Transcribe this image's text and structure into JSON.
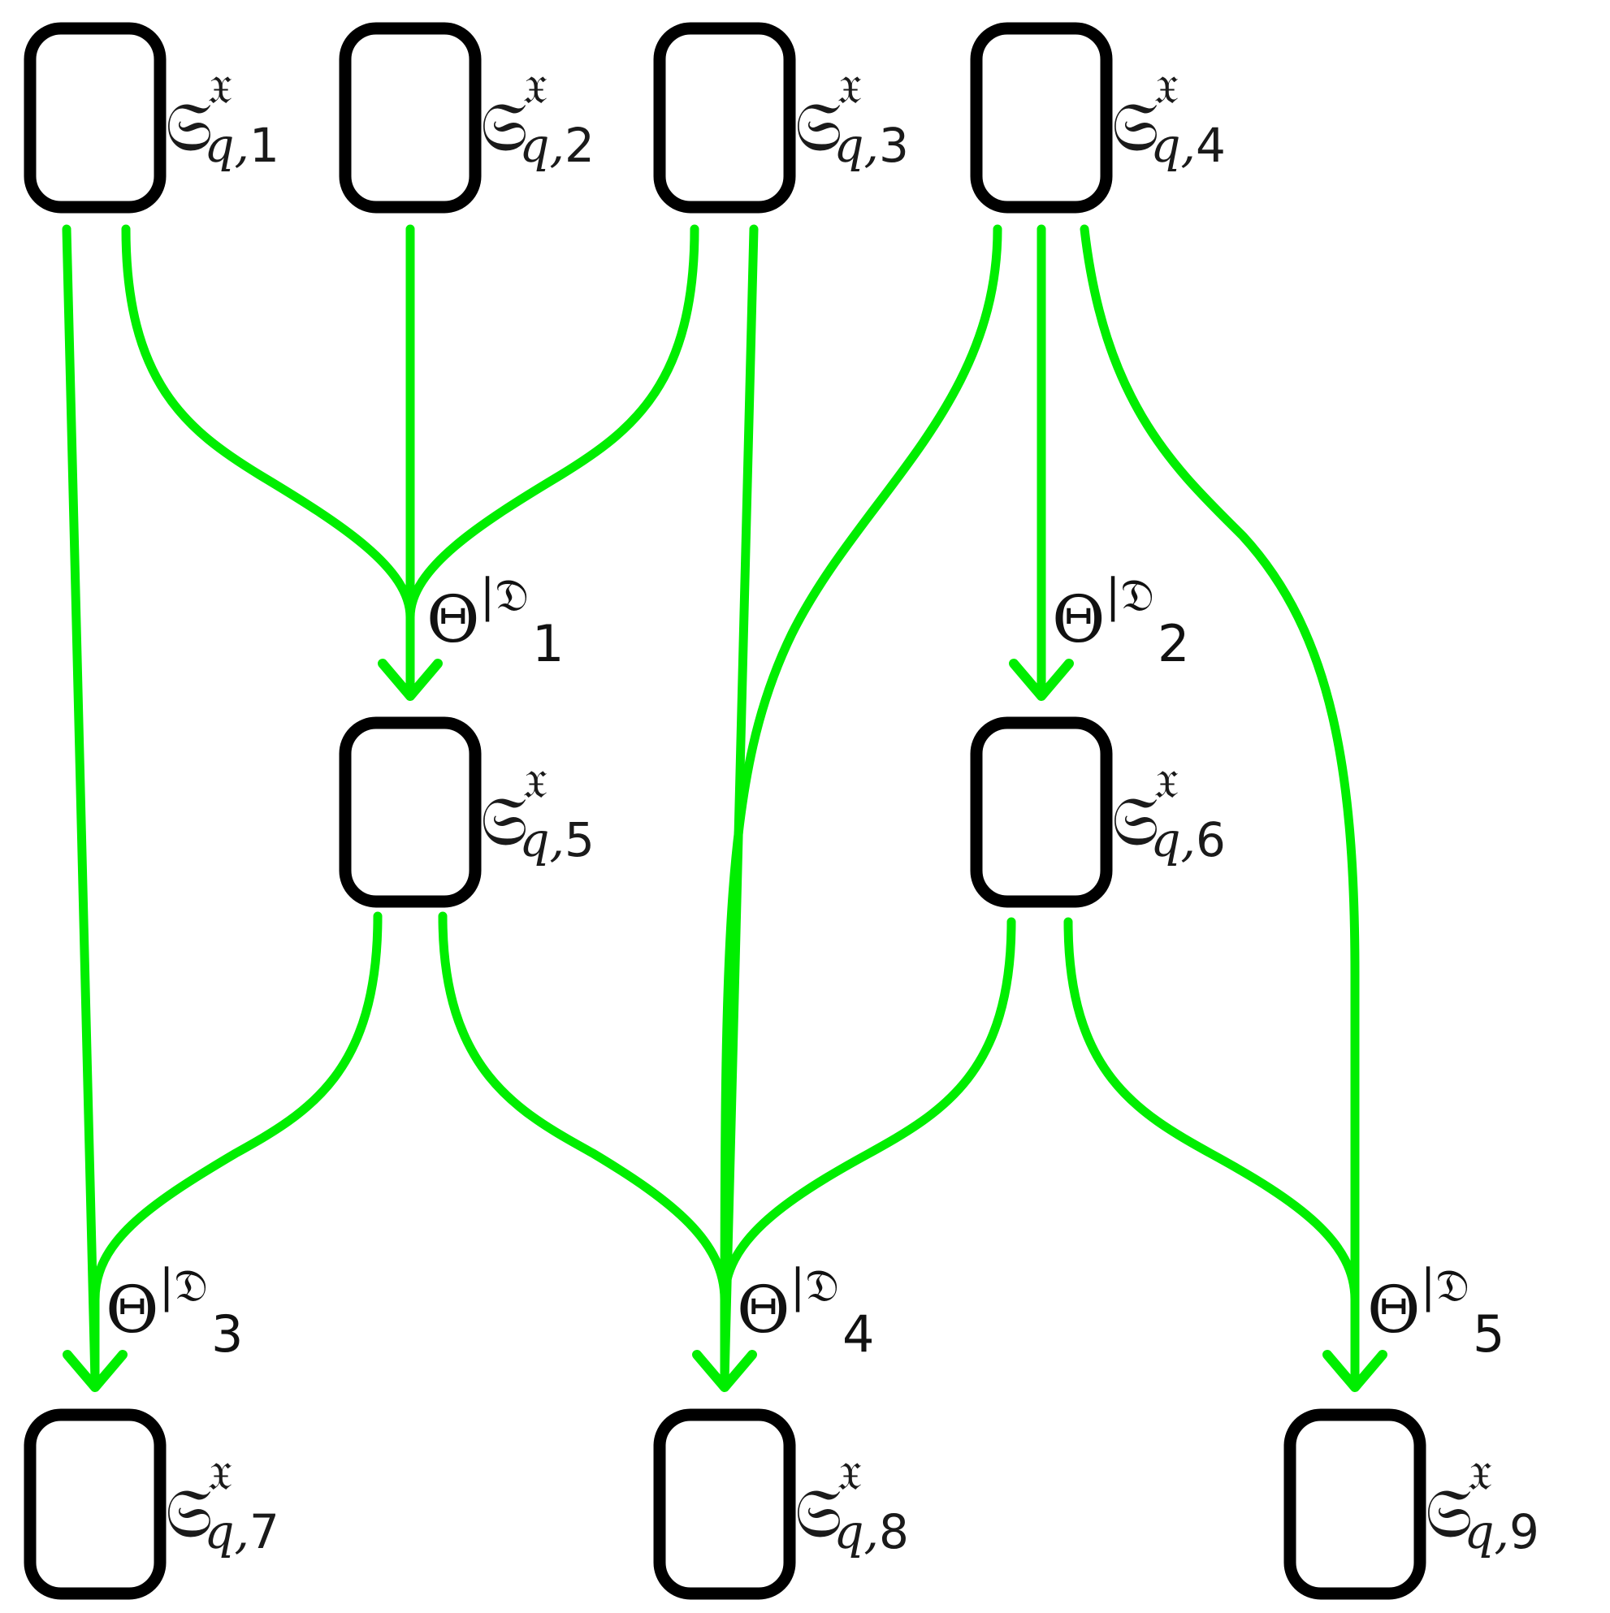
{
  "diagram": {
    "edge_color": "#00ee00",
    "line_color": "#000000",
    "node_symbol": "𝔖",
    "node_superscript": "𝔛",
    "node_subscript_var": "q",
    "nodes": [
      {
        "id": "n1",
        "index": "1"
      },
      {
        "id": "n2",
        "index": "2"
      },
      {
        "id": "n3",
        "index": "3"
      },
      {
        "id": "n4",
        "index": "4"
      },
      {
        "id": "n5",
        "index": "5"
      },
      {
        "id": "n6",
        "index": "6"
      },
      {
        "id": "n7",
        "index": "7"
      },
      {
        "id": "n8",
        "index": "8"
      },
      {
        "id": "n9",
        "index": "9"
      }
    ],
    "operator_symbol": "Θ",
    "operator_superscript": "|𝔇",
    "operators": [
      {
        "id": "op1",
        "index": "1",
        "target": "n5",
        "sources": [
          "n1",
          "n2",
          "n3"
        ]
      },
      {
        "id": "op2",
        "index": "2",
        "target": "n6",
        "sources": [
          "n4"
        ]
      },
      {
        "id": "op3",
        "index": "3",
        "target": "n7",
        "sources": [
          "n1",
          "n5"
        ]
      },
      {
        "id": "op4",
        "index": "4",
        "target": "n8",
        "sources": [
          "n3",
          "n4",
          "n5",
          "n6"
        ]
      },
      {
        "id": "op5",
        "index": "5",
        "target": "n9",
        "sources": [
          "n4",
          "n6"
        ]
      }
    ]
  }
}
